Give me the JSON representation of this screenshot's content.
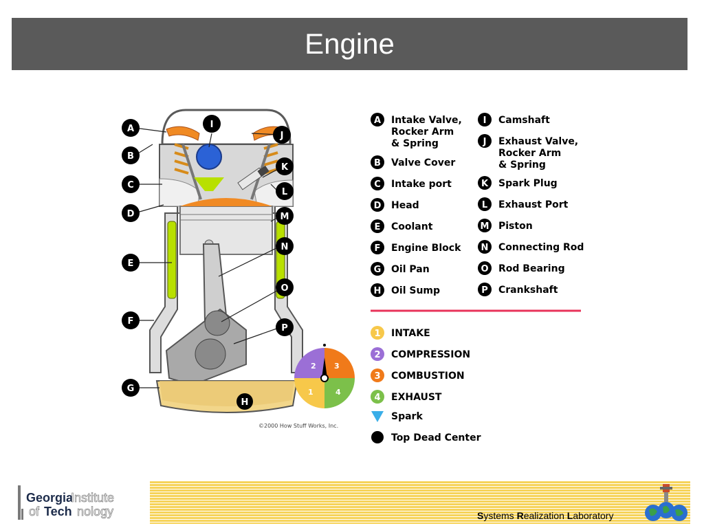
{
  "title": "Engine",
  "copyright": "©2000 How Stuff Works, Inc.",
  "callouts": [
    "A",
    "B",
    "C",
    "D",
    "E",
    "F",
    "G",
    "H",
    "I",
    "J",
    "K",
    "L",
    "M",
    "N",
    "O",
    "P"
  ],
  "parts": [
    {
      "letter": "A",
      "lines": [
        "Intake Valve,",
        "Rocker Arm",
        "& Spring"
      ]
    },
    {
      "letter": "B",
      "lines": [
        "Valve Cover"
      ]
    },
    {
      "letter": "C",
      "lines": [
        "Intake port"
      ]
    },
    {
      "letter": "D",
      "lines": [
        "Head"
      ]
    },
    {
      "letter": "E",
      "lines": [
        "Coolant"
      ]
    },
    {
      "letter": "F",
      "lines": [
        "Engine Block"
      ]
    },
    {
      "letter": "G",
      "lines": [
        "Oil Pan"
      ]
    },
    {
      "letter": "H",
      "lines": [
        "Oil Sump"
      ]
    },
    {
      "letter": "I",
      "lines": [
        "Camshaft"
      ]
    },
    {
      "letter": "J",
      "lines": [
        "Exhaust Valve,",
        "Rocker Arm",
        "& Spring"
      ]
    },
    {
      "letter": "K",
      "lines": [
        "Spark Plug"
      ]
    },
    {
      "letter": "L",
      "lines": [
        "Exhaust Port"
      ]
    },
    {
      "letter": "M",
      "lines": [
        "Piston"
      ]
    },
    {
      "letter": "N",
      "lines": [
        "Connecting Rod"
      ]
    },
    {
      "letter": "O",
      "lines": [
        "Rod Bearing"
      ]
    },
    {
      "letter": "P",
      "lines": [
        "Crankshaft"
      ]
    }
  ],
  "strokes": [
    {
      "num": "1",
      "label": "INTAKE",
      "color": "#f7c84a"
    },
    {
      "num": "2",
      "label": "COMPRESSION",
      "color": "#9b6fd6"
    },
    {
      "num": "3",
      "label": "COMBUSTION",
      "color": "#f07a1a"
    },
    {
      "num": "4",
      "label": "EXHAUST",
      "color": "#7cc04a"
    }
  ],
  "spark_label": "Spark",
  "spark_color": "#3aaee8",
  "tdc_label": "Top Dead Center",
  "divider_color": "#e8335a",
  "footer": {
    "logo_line1_bold": "Georgia",
    "logo_line1_light": "Institute",
    "logo_line2_light1": "of ",
    "logo_line2_bold": "Tech",
    "logo_line2_light2": "nology",
    "lab_s": "S",
    "lab_ystems": "ystems ",
    "lab_r": "R",
    "lab_ealization": "ealization ",
    "lab_l": "L",
    "lab_aboratory": "aboratory"
  }
}
